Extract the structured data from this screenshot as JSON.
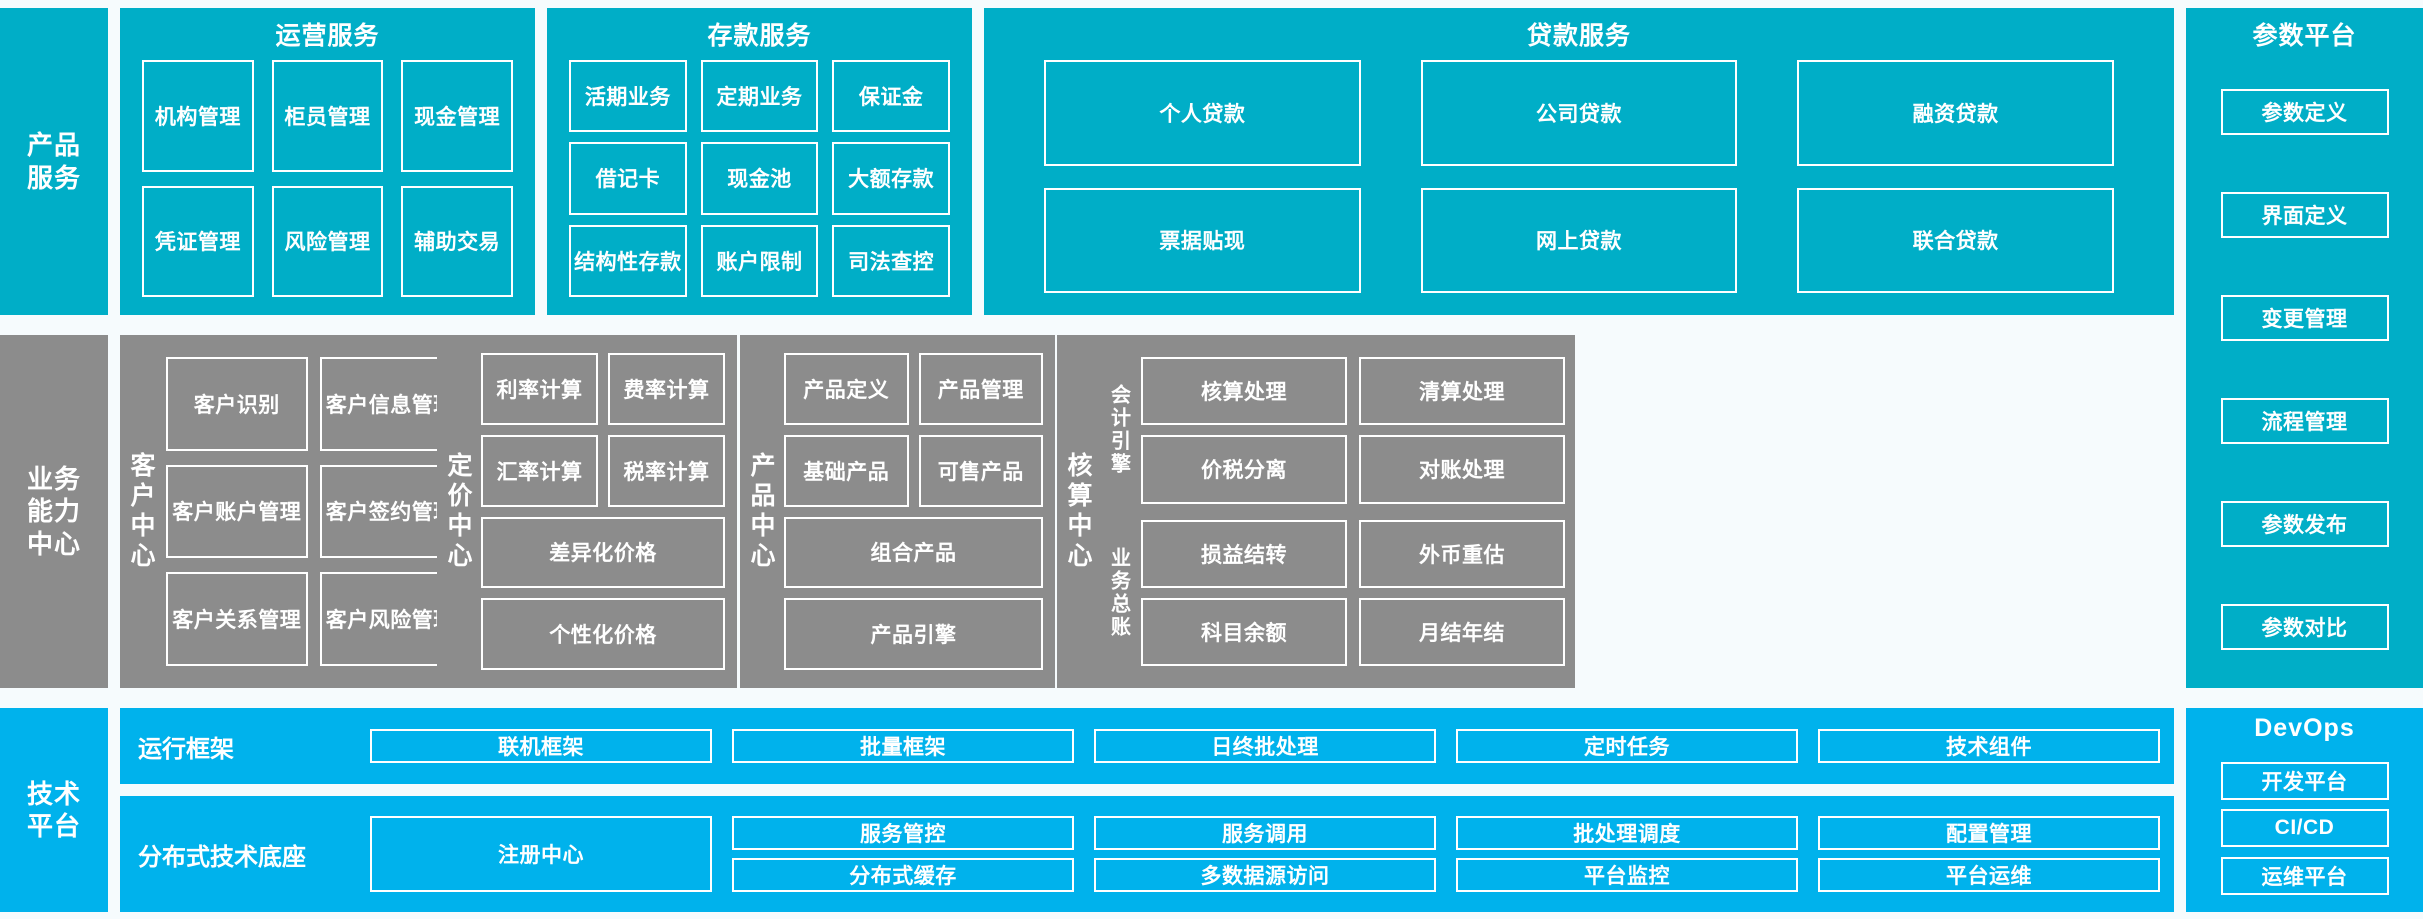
{
  "colors": {
    "teal": "#00AEC7",
    "gray": "#8C8C8C",
    "blue": "#00B2EC",
    "background": "#F6FBFD",
    "border": "#FFFFFF"
  },
  "layers": {
    "product_service": {
      "label": "产品\n服务",
      "label_line1": "产品",
      "label_line2": "服务",
      "groups": [
        {
          "title": "运营服务",
          "items": [
            "机构管理",
            "柜员管理",
            "现金管理",
            "凭证管理",
            "风险管理",
            "辅助交易"
          ]
        },
        {
          "title": "存款服务",
          "items": [
            "活期业务",
            "定期业务",
            "保证金",
            "借记卡",
            "现金池",
            "大额存款",
            "结构性存款",
            "账户限制",
            "司法查控"
          ]
        },
        {
          "title": "贷款服务",
          "items": [
            "个人贷款",
            "公司贷款",
            "融资贷款",
            "票据贴现",
            "网上贷款",
            "联合贷款"
          ]
        }
      ]
    },
    "business_capability": {
      "label_line1": "业务",
      "label_line2": "能力",
      "label_line3": "中心",
      "centers": [
        {
          "name": "客户中心",
          "items": [
            "客户识别",
            "客户信息管理",
            "客户账户管理",
            "客户签约管理",
            "客户关系管理",
            "客户风险管理"
          ]
        },
        {
          "name": "定价中心",
          "items": [
            "利率计算",
            "费率计算",
            "汇率计算",
            "税率计算"
          ],
          "wide_items": [
            "差异化价格",
            "个性化价格"
          ]
        },
        {
          "name": "产品中心",
          "items": [
            "产品定义",
            "产品管理",
            "基础产品",
            "可售产品"
          ],
          "wide_items": [
            "组合产品",
            "产品引擎"
          ]
        },
        {
          "name": "核算中心",
          "subsections": [
            {
              "name": "会计引擎",
              "items": [
                "核算处理",
                "清算处理",
                "价税分离",
                "对账处理"
              ]
            },
            {
              "name": "业务总账",
              "items": [
                "损益结转",
                "外币重估",
                "科目余额",
                "月结年结"
              ]
            }
          ]
        }
      ]
    },
    "technology_platform": {
      "label_line1": "技术",
      "label_line2": "平台",
      "rows": [
        {
          "name": "运行框架",
          "items": [
            "联机框架",
            "批量框架",
            "日终批处理",
            "定时任务",
            "技术组件"
          ]
        },
        {
          "name": "分布式技术底座",
          "anchor": "注册中心",
          "items_top": [
            "服务管控",
            "服务调用",
            "批处理调度",
            "配置管理"
          ],
          "items_bottom": [
            "分布式缓存",
            "多数据源访问",
            "平台监控",
            "平台运维"
          ]
        }
      ]
    }
  },
  "sidebars": {
    "parameter_platform": {
      "title": "参数平台",
      "items": [
        "参数定义",
        "界面定义",
        "变更管理",
        "流程管理",
        "参数发布",
        "参数对比"
      ]
    },
    "devops": {
      "title": "DevOps",
      "items": [
        "开发平台",
        "CI/CD",
        "运维平台"
      ]
    }
  }
}
